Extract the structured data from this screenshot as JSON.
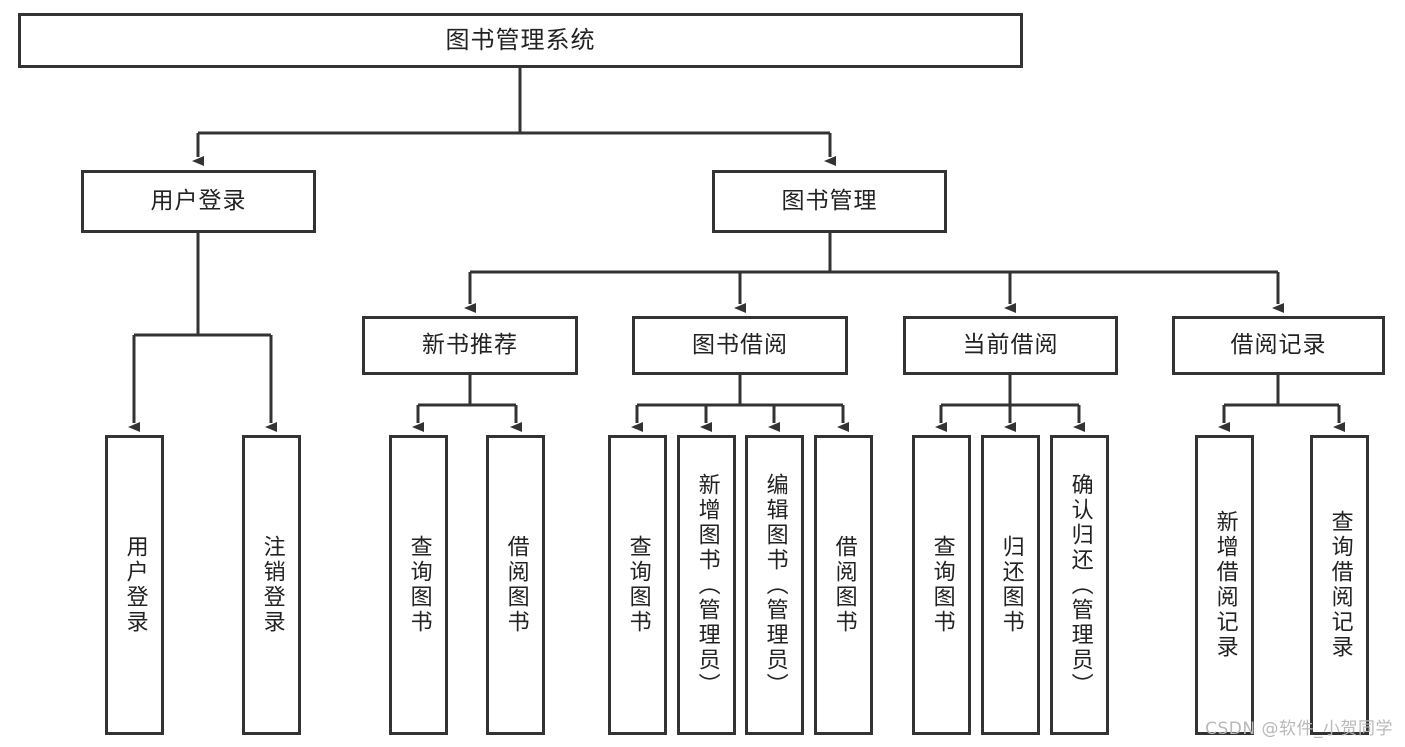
{
  "diagram": {
    "type": "tree-hierarchy",
    "title": "图书管理系统",
    "watermark": "CSDN @软件_小贺同学",
    "colors": {
      "box_border": "#333333",
      "box_fill": "#ffffff",
      "connector": "#333333",
      "text": "#222222",
      "watermark": "#b9b9b9",
      "background": "#ffffff"
    },
    "nodes": {
      "root": {
        "label": "图书管理系统",
        "level": 1
      },
      "user_login": {
        "label": "用户登录",
        "level": 2
      },
      "book_manage": {
        "label": "图书管理",
        "level": 2
      },
      "new_book_rec": {
        "label": "新书推荐",
        "level": 3
      },
      "book_borrow": {
        "label": "图书借阅",
        "level": 3
      },
      "current_borrow": {
        "label": "当前借阅",
        "level": 3
      },
      "borrow_record": {
        "label": "借阅记录",
        "level": 3
      },
      "leaf_user_login": {
        "label": "用户登录",
        "level": 3
      },
      "leaf_user_logout": {
        "label": "注销登录",
        "level": 3
      },
      "leaf_query_book_a": {
        "label": "查询图书",
        "level": 4
      },
      "leaf_borrow_book_a": {
        "label": "借阅图书",
        "level": 4
      },
      "leaf_query_book_b": {
        "label": "查询图书",
        "level": 4
      },
      "leaf_add_book": {
        "label": "新增图书（管理员）",
        "level": 4
      },
      "leaf_edit_book": {
        "label": "编辑图书（管理员）",
        "level": 4
      },
      "leaf_borrow_book_b": {
        "label": "借阅图书",
        "level": 4
      },
      "leaf_query_book_c": {
        "label": "查询图书",
        "level": 4
      },
      "leaf_return_book": {
        "label": "归还图书",
        "level": 4
      },
      "leaf_confirm_return": {
        "label": "确认归还（管理员）",
        "level": 4
      },
      "leaf_add_record": {
        "label": "新增借阅记录",
        "level": 4
      },
      "leaf_query_record": {
        "label": "查询借阅记录",
        "level": 4
      }
    },
    "edges": [
      {
        "from": "root",
        "to": "user_login"
      },
      {
        "from": "root",
        "to": "book_manage"
      },
      {
        "from": "user_login",
        "to": "leaf_user_login"
      },
      {
        "from": "user_login",
        "to": "leaf_user_logout"
      },
      {
        "from": "book_manage",
        "to": "new_book_rec"
      },
      {
        "from": "book_manage",
        "to": "book_borrow"
      },
      {
        "from": "book_manage",
        "to": "current_borrow"
      },
      {
        "from": "book_manage",
        "to": "borrow_record"
      },
      {
        "from": "new_book_rec",
        "to": "leaf_query_book_a"
      },
      {
        "from": "new_book_rec",
        "to": "leaf_borrow_book_a"
      },
      {
        "from": "book_borrow",
        "to": "leaf_query_book_b"
      },
      {
        "from": "book_borrow",
        "to": "leaf_add_book"
      },
      {
        "from": "book_borrow",
        "to": "leaf_edit_book"
      },
      {
        "from": "book_borrow",
        "to": "leaf_borrow_book_b"
      },
      {
        "from": "current_borrow",
        "to": "leaf_query_book_c"
      },
      {
        "from": "current_borrow",
        "to": "leaf_return_book"
      },
      {
        "from": "current_borrow",
        "to": "leaf_confirm_return"
      },
      {
        "from": "borrow_record",
        "to": "leaf_add_record"
      },
      {
        "from": "borrow_record",
        "to": "leaf_query_record"
      }
    ]
  }
}
